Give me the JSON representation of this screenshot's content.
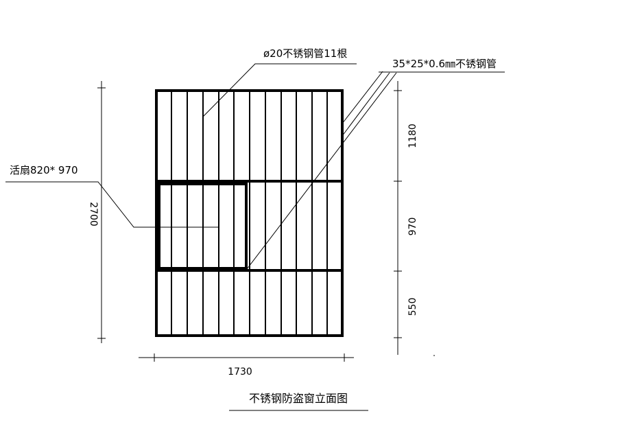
{
  "drawing": {
    "title": "不锈钢防盗窗立面图",
    "labels": {
      "bars": "ø20不锈钢管11根",
      "frame_tube": "35*25*0.6㎜不锈钢管",
      "sash": "活扇820* 970"
    },
    "dimensions": {
      "overall_height": "2700",
      "overall_width": "1730",
      "upper_section": "1180",
      "middle_section": "970",
      "lower_section": "550"
    },
    "colors": {
      "line": "#000000",
      "background": "#ffffff"
    }
  }
}
